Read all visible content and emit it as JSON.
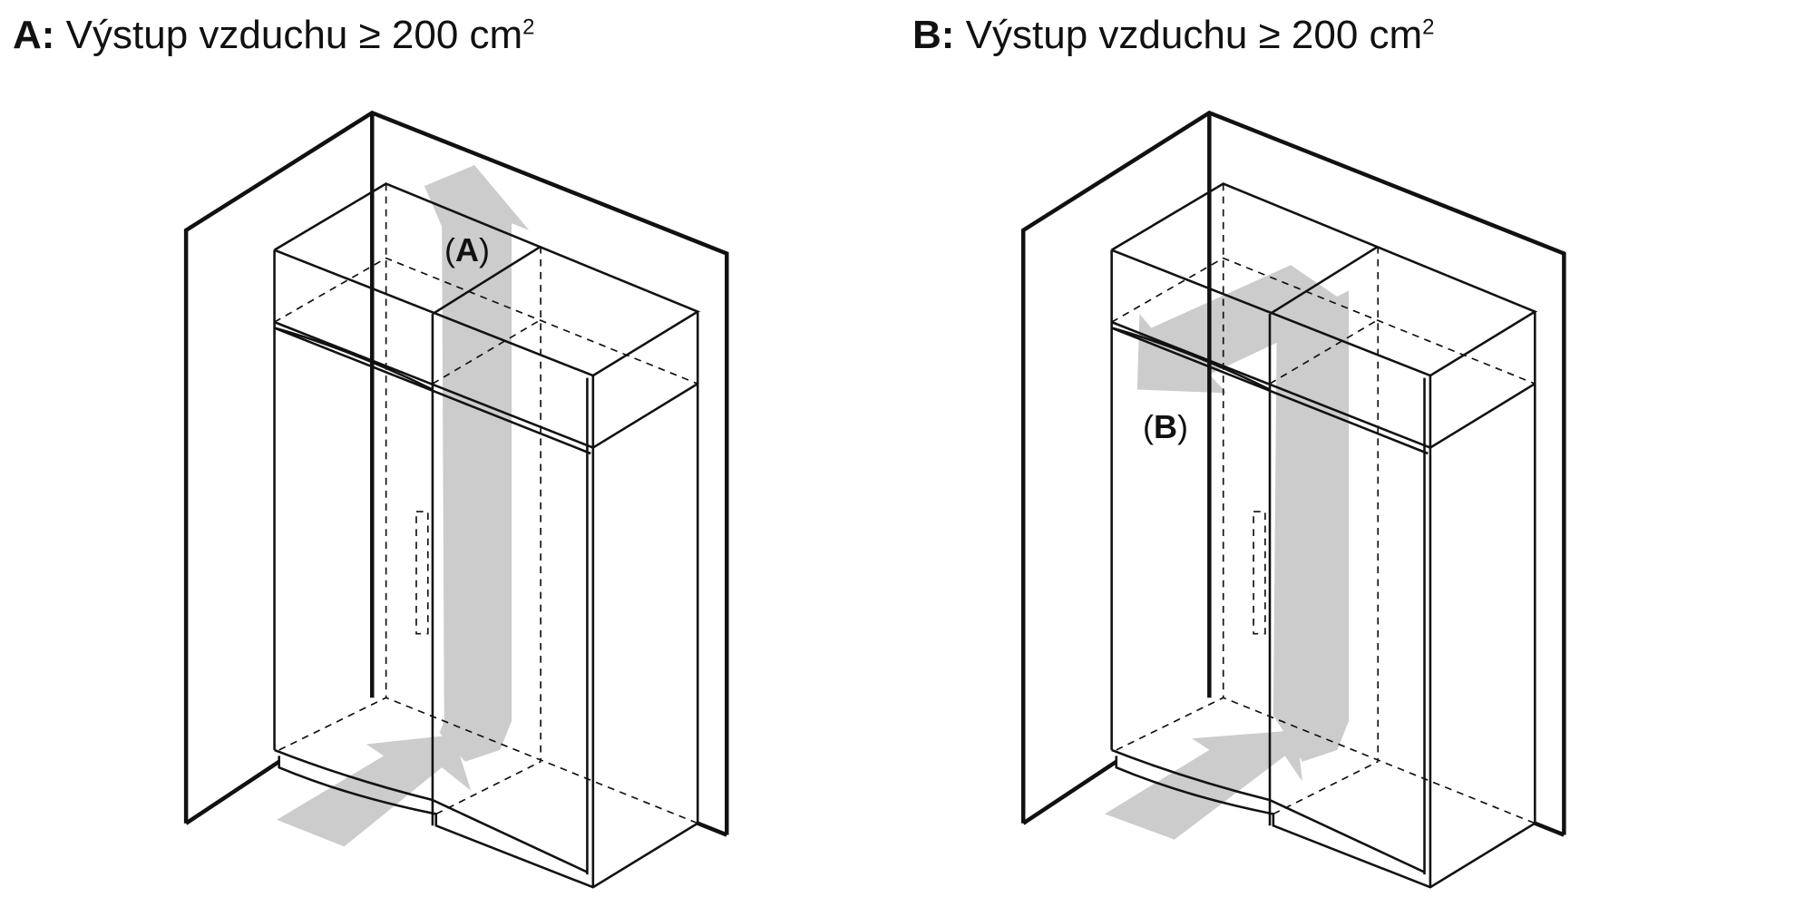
{
  "panels": [
    {
      "letter": "A:",
      "title": " Výstup vzduchu ≥ 200 cm",
      "sup": "2",
      "marker_open": "(",
      "marker": "A",
      "marker_close": ")"
    },
    {
      "letter": "B:",
      "title": " Výstup vzduchu ≥ 200 cm",
      "sup": "2",
      "marker_open": "(",
      "marker": "B",
      "marker_close": ")"
    }
  ],
  "colors": {
    "line": "#111111",
    "arrow": "#cccccc"
  }
}
